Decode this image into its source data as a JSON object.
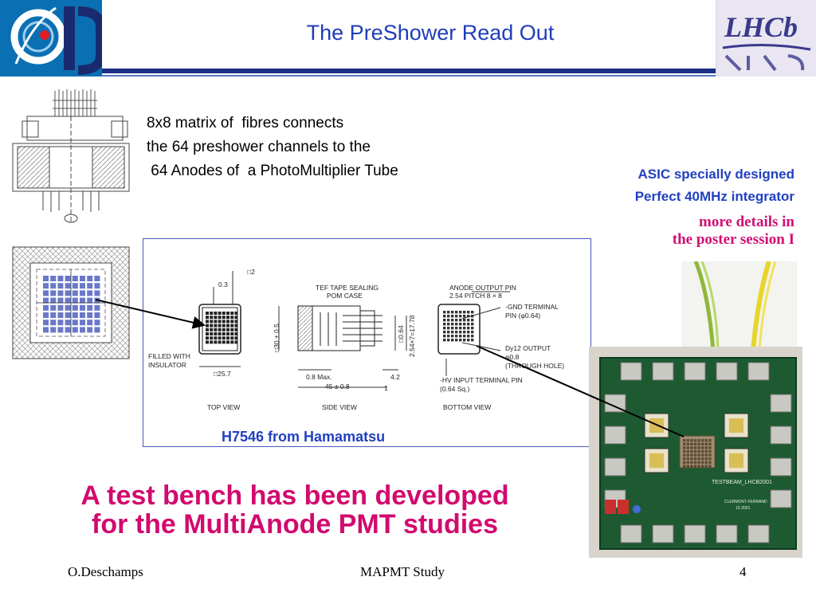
{
  "header": {
    "title": "The PreShower Read Out",
    "right_logo_text": "LHCb"
  },
  "description": {
    "lines": [
      "8x8 matrix of  fibres connects",
      "the 64 preshower channels to the",
      " 64 Anodes of  a PhotoMultiplier Tube"
    ]
  },
  "asic": {
    "line1": "ASIC specially designed",
    "line2": "Perfect 40MHz integrator"
  },
  "details": {
    "line1": "more details in",
    "line2": "the poster session I"
  },
  "diagram": {
    "caption": "H7546 from Hamamatsu",
    "labels": {
      "dim_0_3": "0.3",
      "dim_sq2": "□2",
      "filled": "FILLED WITH",
      "insulator": "INSULATOR",
      "dim_25_7": "□25.7",
      "top_view": "TOP VIEW",
      "tef_tape": "TEF TAPE SEALING",
      "pom_case": "POM CASE",
      "dim_30": "□30 ± 0.5",
      "dim_0_8max": "0.8 Max.",
      "dim_4_2": "4.2",
      "dim_45": "45 ± 0.8",
      "dim_1": "1",
      "dim_064": "□0.64",
      "dim_2547": "2.54×7=17.78",
      "side_view": "SIDE VIEW",
      "anode_output": "ANODE OUTPUT PIN",
      "pitch": "2.54 PITCH 8 × 8",
      "gnd_terminal": "-GND TERMINAL",
      "pin_064": "PIN (φ0.64)",
      "dy12": "Dy12 OUTPUT",
      "dy12_pin": "φ0.8",
      "through_hole": "(THROUGH HOLE)",
      "hv_input": "-HV INPUT TERMINAL PIN",
      "hv_sq": "(0.64 Sq.)",
      "bottom_view": "BOTTOM VIEW"
    }
  },
  "pcb": {
    "board_label": "TESTBEAM_LHCB2001",
    "board_sub": "CLERMONT-FERRAND",
    "board_date": "12-2001"
  },
  "bench": {
    "line1": "A test bench has been developed",
    "line2": "for the MultiAnode PMT studies"
  },
  "footer": {
    "author": "O.Deschamps",
    "title": "MAPMT Study",
    "page": "4"
  },
  "colors": {
    "title_blue": "#1f3db8",
    "accent_magenta": "#d20a6e",
    "header_rule": "#1a2f86",
    "pcb_green": "#1d5a32"
  }
}
